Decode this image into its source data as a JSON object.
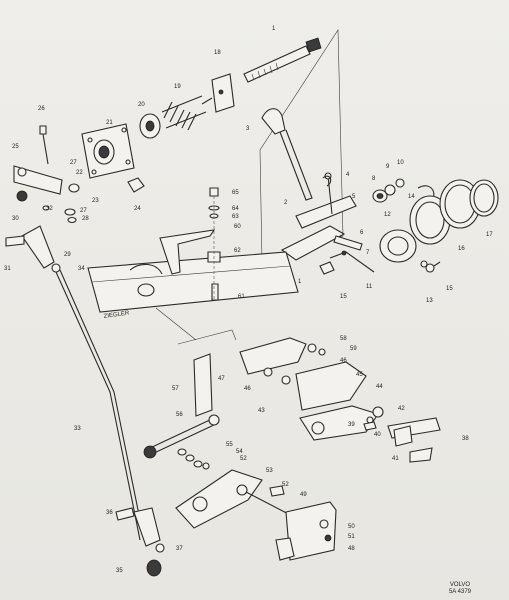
{
  "brand": "VOLVO",
  "drawing_code": "5A 4379",
  "frame_stamp": "ZIEGLER",
  "callouts": [
    {
      "id": "c1",
      "text": "1"
    },
    {
      "id": "c1b",
      "text": "1"
    },
    {
      "id": "c2",
      "text": "2"
    },
    {
      "id": "c3",
      "text": "3"
    },
    {
      "id": "c4",
      "text": "4"
    },
    {
      "id": "c5",
      "text": "5"
    },
    {
      "id": "c6",
      "text": "6"
    },
    {
      "id": "c7",
      "text": "7"
    },
    {
      "id": "c8",
      "text": "8"
    },
    {
      "id": "c9",
      "text": "9"
    },
    {
      "id": "c10",
      "text": "10"
    },
    {
      "id": "c11",
      "text": "11"
    },
    {
      "id": "c12",
      "text": "12"
    },
    {
      "id": "c13",
      "text": "13"
    },
    {
      "id": "c14",
      "text": "14"
    },
    {
      "id": "c15",
      "text": "15"
    },
    {
      "id": "c15b",
      "text": "15"
    },
    {
      "id": "c16",
      "text": "16"
    },
    {
      "id": "c17",
      "text": "17"
    },
    {
      "id": "c18",
      "text": "18"
    },
    {
      "id": "c19",
      "text": "19"
    },
    {
      "id": "c20",
      "text": "20"
    },
    {
      "id": "c21",
      "text": "21"
    },
    {
      "id": "c22",
      "text": "22"
    },
    {
      "id": "c23",
      "text": "23"
    },
    {
      "id": "c24",
      "text": "24"
    },
    {
      "id": "c25",
      "text": "25"
    },
    {
      "id": "c26",
      "text": "26"
    },
    {
      "id": "c27",
      "text": "27"
    },
    {
      "id": "c27b",
      "text": "27"
    },
    {
      "id": "c28",
      "text": "28"
    },
    {
      "id": "c29",
      "text": "29"
    },
    {
      "id": "c30",
      "text": "30"
    },
    {
      "id": "c31",
      "text": "31"
    },
    {
      "id": "c32",
      "text": "32"
    },
    {
      "id": "c33",
      "text": "33"
    },
    {
      "id": "c34",
      "text": "34"
    },
    {
      "id": "c35",
      "text": "35"
    },
    {
      "id": "c36",
      "text": "36"
    },
    {
      "id": "c37",
      "text": "37"
    },
    {
      "id": "c38",
      "text": "38"
    },
    {
      "id": "c39",
      "text": "39"
    },
    {
      "id": "c40",
      "text": "40"
    },
    {
      "id": "c41",
      "text": "41"
    },
    {
      "id": "c42",
      "text": "42"
    },
    {
      "id": "c43",
      "text": "43"
    },
    {
      "id": "c44",
      "text": "44"
    },
    {
      "id": "c45",
      "text": "45"
    },
    {
      "id": "c46",
      "text": "46"
    },
    {
      "id": "c46b",
      "text": "46"
    },
    {
      "id": "c47",
      "text": "47"
    },
    {
      "id": "c48",
      "text": "48"
    },
    {
      "id": "c49",
      "text": "49"
    },
    {
      "id": "c50",
      "text": "50"
    },
    {
      "id": "c51",
      "text": "51"
    },
    {
      "id": "c52",
      "text": "52"
    },
    {
      "id": "c52b",
      "text": "52"
    },
    {
      "id": "c53",
      "text": "53"
    },
    {
      "id": "c54",
      "text": "54"
    },
    {
      "id": "c55",
      "text": "55"
    },
    {
      "id": "c56",
      "text": "56"
    },
    {
      "id": "c57",
      "text": "57"
    },
    {
      "id": "c58",
      "text": "58"
    },
    {
      "id": "c59",
      "text": "59"
    },
    {
      "id": "c60",
      "text": "60"
    },
    {
      "id": "c61",
      "text": "61"
    },
    {
      "id": "c62",
      "text": "62"
    },
    {
      "id": "c63",
      "text": "63"
    },
    {
      "id": "c64",
      "text": "64"
    },
    {
      "id": "c65",
      "text": "65"
    }
  ]
}
